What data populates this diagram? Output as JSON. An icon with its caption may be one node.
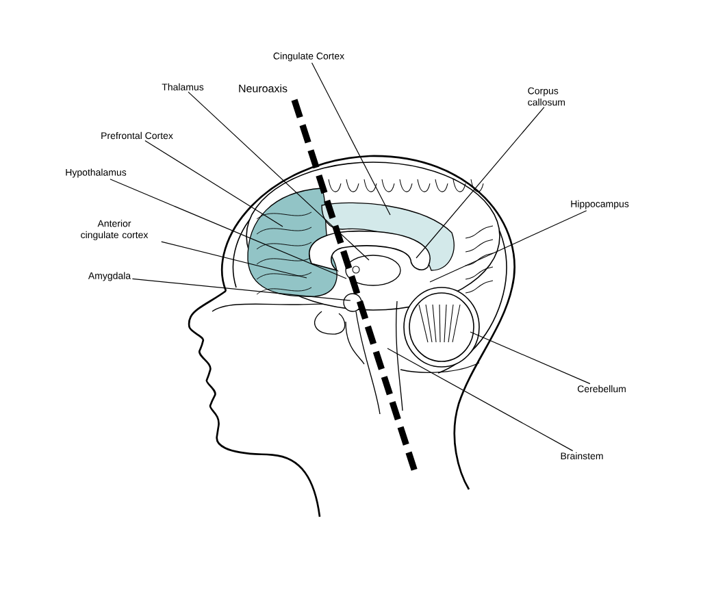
{
  "diagram": {
    "nodes": [
      {
        "text": [
          "Cingulate Cortex"
        ]
      },
      {
        "text": [
          "Thalamus"
        ]
      },
      {
        "text": [
          "Prefrontal Cortex"
        ]
      },
      {
        "text": [
          "Hypothalamus"
        ]
      },
      {
        "text": [
          "Anterior cingulate cortex"
        ]
      },
      {
        "text": [
          "Amygdala"
        ]
      },
      {
        "text": [
          "Corpus callosum"
        ]
      },
      {
        "text": [
          "Hippocampus"
        ]
      },
      {
        "text": [
          "Cerebellum"
        ]
      },
      {
        "text": [
          "Brainstem"
        ]
      }
    ],
    "edges": [
      {
        "from": 0,
        "to": null,
        "arrow": "none"
      },
      {
        "from": 1,
        "to": null,
        "arrow": "none"
      },
      {
        "from": 2,
        "to": null,
        "arrow": "none"
      },
      {
        "from": 3,
        "to": null,
        "arrow": "none"
      },
      {
        "from": 4,
        "to": null,
        "arrow": "none"
      },
      {
        "from": 5,
        "to": null,
        "arrow": "none"
      },
      {
        "from": 6,
        "to": null,
        "arrow": "none"
      },
      {
        "from": 7,
        "to": null,
        "arrow": "none"
      },
      {
        "from": 8,
        "to": null,
        "arrow": "none"
      },
      {
        "from": 9,
        "to": null,
        "arrow": "none"
      }
    ],
    "labels": [
      "Neuroaxis"
    ]
  }
}
